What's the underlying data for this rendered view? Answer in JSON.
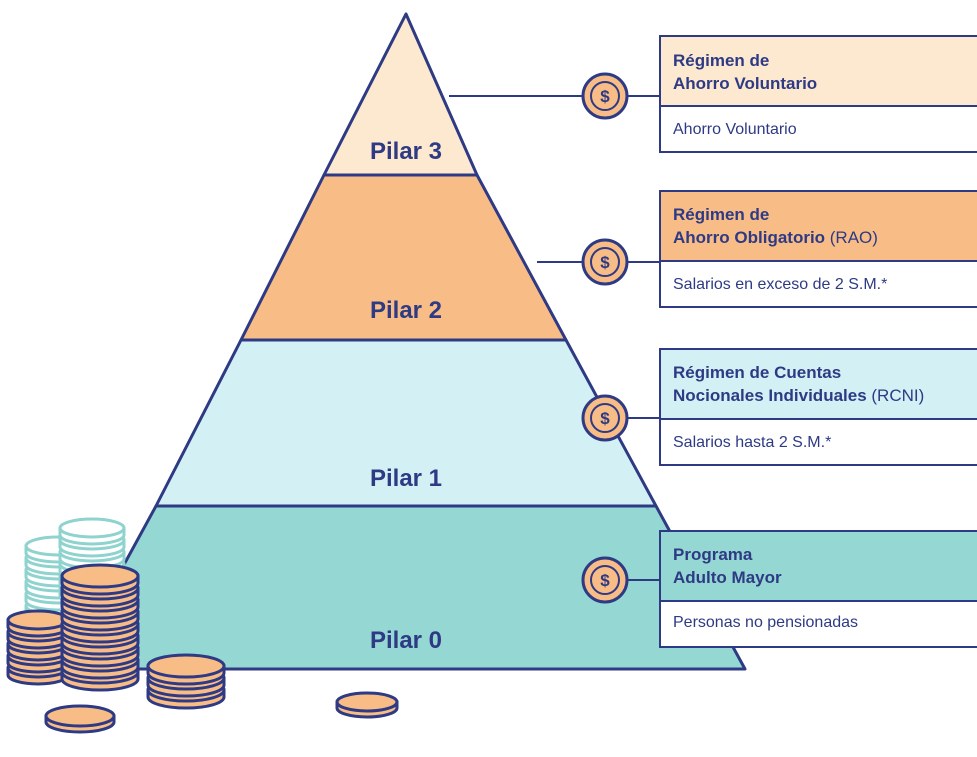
{
  "colors": {
    "navy": "#2e3a84",
    "pilar3": "#fde9cf",
    "pilar2": "#f8bd86",
    "pilar1": "#d3f1f5",
    "pilar0": "#95d7d3",
    "coin_fill": "#f8bd86",
    "coin_teal_fill": "#ffffff",
    "coin_teal_stroke": "#8fd3cf"
  },
  "pyramid": {
    "pilar3": "Pilar 3",
    "pilar2": "Pilar 2",
    "pilar1": "Pilar 1",
    "pilar0": "Pilar 0"
  },
  "coin_symbol": "$",
  "boxes": [
    {
      "title_line1": "Régimen de",
      "title_line2_bold": "Ahorro Voluntario",
      "title_line2_extra": "",
      "description": "Ahorro Voluntario"
    },
    {
      "title_line1": "Régimen de",
      "title_line2_bold": "Ahorro Obligatorio",
      "title_line2_extra": " (RAO)",
      "description": "Salarios en exceso de 2 S.M.*"
    },
    {
      "title_line1": "Régimen de Cuentas",
      "title_line2_bold": "Nocionales Individuales",
      "title_line2_extra": " (RCNI)",
      "description": "Salarios hasta 2 S.M.*"
    },
    {
      "title_line1": "Programa",
      "title_line2_bold": "Adulto Mayor",
      "title_line2_extra": "",
      "description": "Personas no pensionadas"
    }
  ]
}
